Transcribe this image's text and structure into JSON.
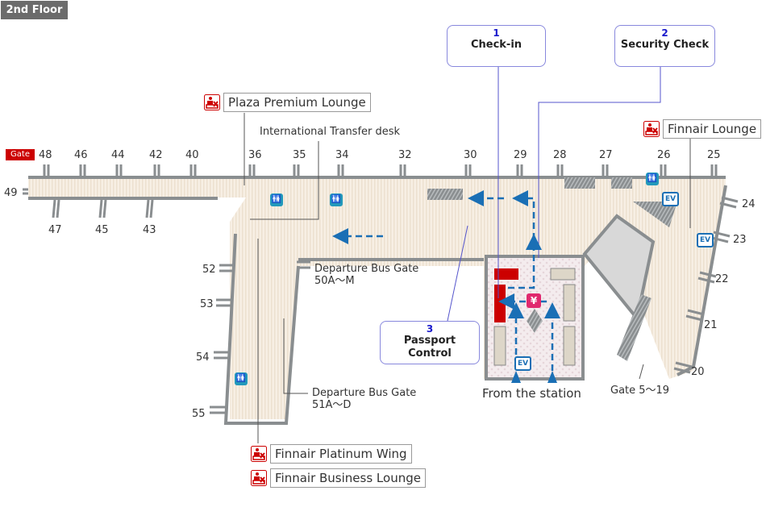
{
  "floor": {
    "label": "2nd Floor"
  },
  "gate_tag": "Gate",
  "colors": {
    "gate_tag": "#cc0000",
    "lounge_icon": "#cc0000",
    "step_line": "#5555cc",
    "flow_arrow": "#1a6fb5",
    "toilet": "#2299bb",
    "currency": "#e0286e"
  },
  "gates_top": [
    "48",
    "46",
    "44",
    "42",
    "40",
    "36",
    "35",
    "34",
    "32",
    "30",
    "29",
    "28",
    "27",
    "26",
    "25"
  ],
  "gates_bottom": [
    "47",
    "45",
    "43"
  ],
  "gates_left": [
    "49"
  ],
  "gates_pier": [
    "52",
    "53",
    "54",
    "55"
  ],
  "gates_right": [
    "24",
    "23",
    "22",
    "21",
    "20"
  ],
  "lounges": {
    "plaza": "Plaza Premium Lounge",
    "finnair": "Finnair Lounge",
    "platinum": "Finnair Platinum Wing",
    "business": "Finnair Business Lounge"
  },
  "labels": {
    "transfer_desk": "International Transfer desk",
    "bus_gate_50": "Departure Bus Gate",
    "bus_gate_50_range": "50A～M",
    "bus_gate_51": "Departure Bus Gate",
    "bus_gate_51_range": "51A～D",
    "from_station": "From the station",
    "gate_5_19": "Gate 5～19"
  },
  "steps": [
    {
      "num": "1",
      "title": "Check-in"
    },
    {
      "num": "2",
      "title": "Security Check"
    },
    {
      "num": "3",
      "title": "Passport Control"
    }
  ],
  "icons": {
    "toilet": "toilet-icon",
    "elevator": "EV",
    "currency_exchange": "¥",
    "lounge": "lounge-icon"
  }
}
